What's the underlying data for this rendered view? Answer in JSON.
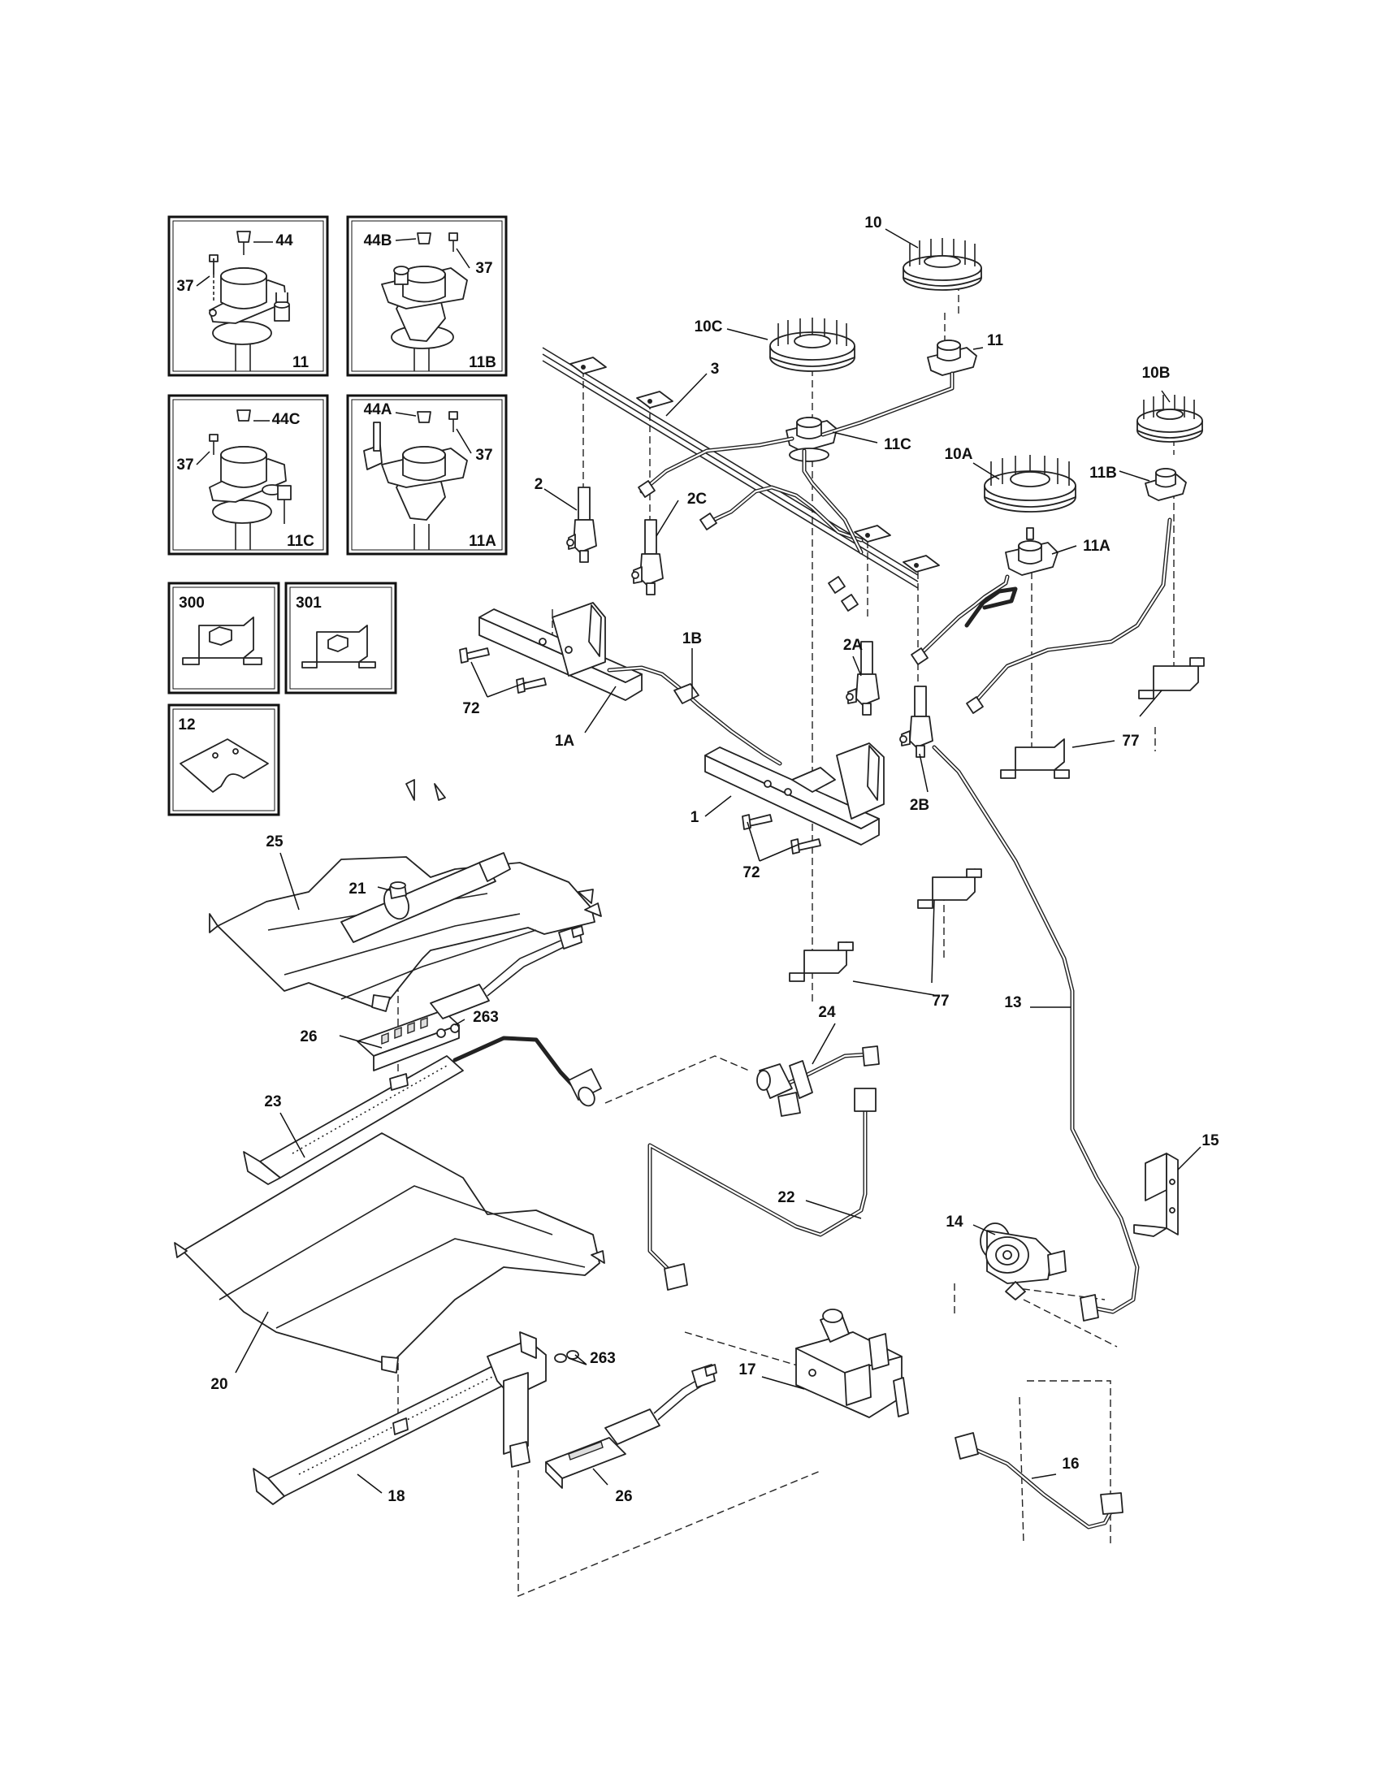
{
  "inset_labels": {
    "box_11": {
      "caption": "11",
      "a": "44",
      "b": "37"
    },
    "box_11B": {
      "caption": "11B",
      "a": "44B",
      "b": "37"
    },
    "box_11C": {
      "caption": "11C",
      "a": "44C",
      "b": "37"
    },
    "box_11A": {
      "caption": "11A",
      "a": "44A",
      "b": "37"
    },
    "box_300": {
      "caption": "300"
    },
    "box_301": {
      "caption": "301"
    },
    "box_12": {
      "caption": "12"
    }
  },
  "callouts": {
    "p10": "10",
    "p10C": "10C",
    "p11": "11",
    "p3": "3",
    "p10B": "10B",
    "p11C": "11C",
    "p10A": "10A",
    "p11B": "11B",
    "p2": "2",
    "p2C": "2C",
    "p11A": "11A",
    "p1B": "1B",
    "p2A": "2A",
    "p72a": "72",
    "p1A": "1A",
    "p77a": "77",
    "p1": "1",
    "p2B": "2B",
    "p72b": "72",
    "p25": "25",
    "p21": "21",
    "p77b": "77",
    "p13": "13",
    "p263a": "263",
    "p26a": "26",
    "p24": "24",
    "p23": "23",
    "p15": "15",
    "p22": "22",
    "p14": "14",
    "p20": "20",
    "p263b": "263",
    "p17": "17",
    "p16": "16",
    "p18": "18",
    "p26b": "26"
  }
}
